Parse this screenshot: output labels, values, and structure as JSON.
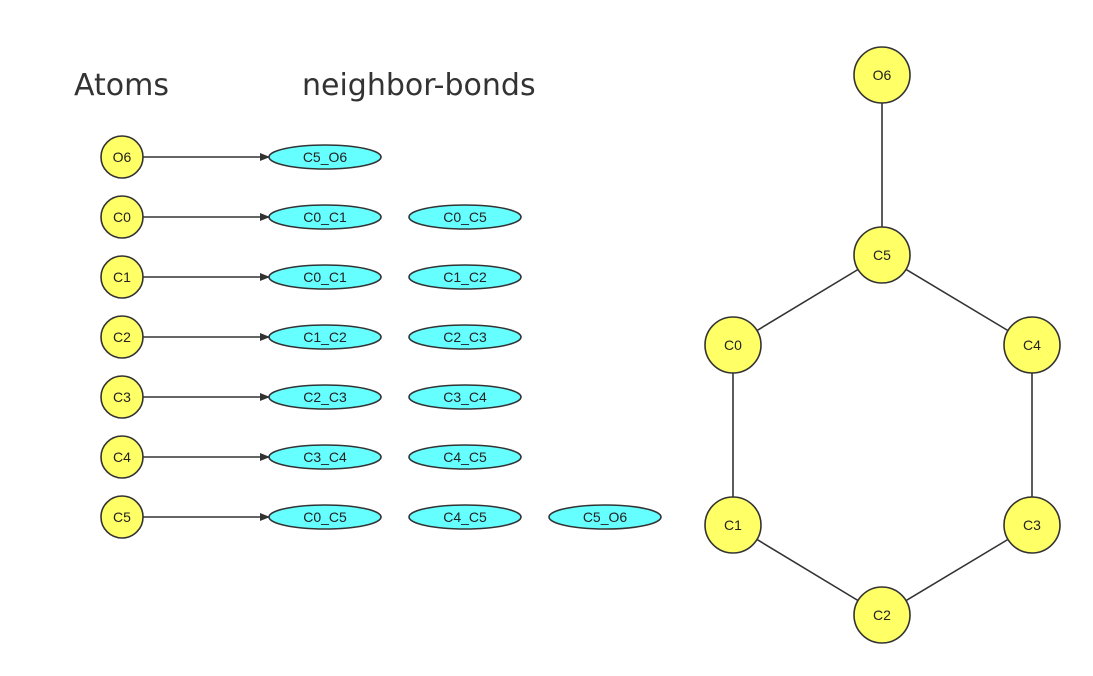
{
  "headings": {
    "atoms": "Atoms",
    "bonds": "neighbor-bonds"
  },
  "colors": {
    "atom_fill": "#ffff66",
    "atom_stroke": "#333333",
    "bond_fill": "#66ffff",
    "bond_stroke": "#333333",
    "edge": "#333333",
    "heading": "#333333"
  },
  "atom_rows": [
    {
      "atom": "O6",
      "bonds": [
        "C5_O6"
      ]
    },
    {
      "atom": "C0",
      "bonds": [
        "C0_C1",
        "C0_C5"
      ]
    },
    {
      "atom": "C1",
      "bonds": [
        "C0_C1",
        "C1_C2"
      ]
    },
    {
      "atom": "C2",
      "bonds": [
        "C1_C2",
        "C2_C3"
      ]
    },
    {
      "atom": "C3",
      "bonds": [
        "C2_C3",
        "C3_C4"
      ]
    },
    {
      "atom": "C4",
      "bonds": [
        "C3_C4",
        "C4_C5"
      ]
    },
    {
      "atom": "C5",
      "bonds": [
        "C0_C5",
        "C4_C5",
        "C5_O6"
      ]
    }
  ],
  "molecule": {
    "nodes": [
      "O6",
      "C5",
      "C0",
      "C4",
      "C1",
      "C3",
      "C2"
    ],
    "edges": [
      [
        "O6",
        "C5"
      ],
      [
        "C5",
        "C0"
      ],
      [
        "C5",
        "C4"
      ],
      [
        "C0",
        "C1"
      ],
      [
        "C4",
        "C3"
      ],
      [
        "C1",
        "C2"
      ],
      [
        "C3",
        "C2"
      ]
    ]
  }
}
